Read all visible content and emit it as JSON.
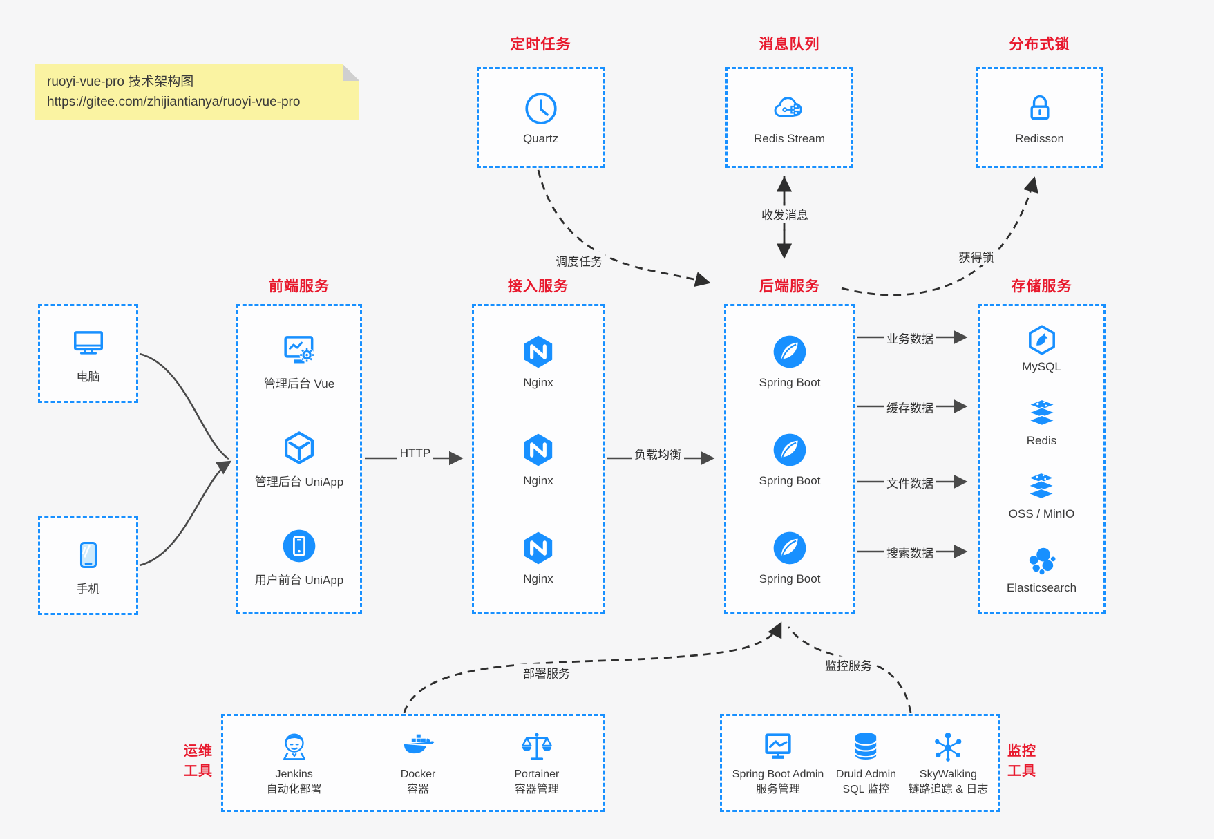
{
  "colors": {
    "accent": "#1890ff",
    "red": "#e8192d",
    "background": "#f6f6f7",
    "note_bg": "#faf3a2"
  },
  "note": {
    "line1": "ruoyi-vue-pro 技术架构图",
    "line2": "https://gitee.com/zhijiantianya/ruoyi-vue-pro"
  },
  "top_groups": [
    {
      "title": "定时任务",
      "item": {
        "icon": "clock-icon",
        "label": "Quartz"
      }
    },
    {
      "title": "消息队列",
      "item": {
        "icon": "cloud-network-icon",
        "label": "Redis Stream"
      }
    },
    {
      "title": "分布式锁",
      "item": {
        "icon": "lock-icon",
        "label": "Redisson"
      }
    }
  ],
  "clients": [
    {
      "icon": "desktop-icon",
      "label": "电脑"
    },
    {
      "icon": "smartphone-icon",
      "label": "手机"
    }
  ],
  "service_columns": [
    {
      "title": "前端服务",
      "items": [
        {
          "icon": "admin-vue-icon",
          "label": "管理后台 Vue"
        },
        {
          "icon": "uniapp-cube-icon",
          "label": "管理后台 UniApp"
        },
        {
          "icon": "user-app-icon",
          "label": "用户前台 UniApp"
        }
      ]
    },
    {
      "title": "接入服务",
      "items": [
        {
          "icon": "nginx-icon",
          "label": "Nginx"
        },
        {
          "icon": "nginx-icon",
          "label": "Nginx"
        },
        {
          "icon": "nginx-icon",
          "label": "Nginx"
        }
      ]
    },
    {
      "title": "后端服务",
      "items": [
        {
          "icon": "spring-boot-icon",
          "label": "Spring Boot"
        },
        {
          "icon": "spring-boot-icon",
          "label": "Spring Boot"
        },
        {
          "icon": "spring-boot-icon",
          "label": "Spring Boot"
        }
      ]
    },
    {
      "title": "存储服务",
      "items": [
        {
          "icon": "mysql-icon",
          "label": "MySQL"
        },
        {
          "icon": "redis-stack-icon",
          "label": "Redis"
        },
        {
          "icon": "oss-stack-icon",
          "label": "OSS / MinIO"
        },
        {
          "icon": "elasticsearch-icon",
          "label": "Elasticsearch"
        }
      ]
    }
  ],
  "bottom_groups": [
    {
      "title_line1": "运维",
      "title_line2": "工具",
      "items": [
        {
          "icon": "jenkins-icon",
          "name": "Jenkins",
          "desc": "自动化部署"
        },
        {
          "icon": "docker-icon",
          "name": "Docker",
          "desc": "容器"
        },
        {
          "icon": "portainer-icon",
          "name": "Portainer",
          "desc": "容器管理"
        }
      ]
    },
    {
      "title_line1": "监控",
      "title_line2": "工具",
      "items": [
        {
          "icon": "spring-boot-admin-icon",
          "name": "Spring Boot Admin",
          "desc": "服务管理"
        },
        {
          "icon": "druid-icon",
          "name": "Druid Admin",
          "desc": "SQL 监控"
        },
        {
          "icon": "skywalking-icon",
          "name": "SkyWalking",
          "desc": "链路追踪 & 日志"
        }
      ]
    }
  ],
  "edge_labels": {
    "http": "HTTP",
    "load_balance": "负载均衡",
    "dispatch_job": "调度任务",
    "send_receive_message": "收发消息",
    "acquire_lock": "获得锁",
    "business_data": "业务数据",
    "cache_data": "缓存数据",
    "file_data": "文件数据",
    "search_data": "搜索数据",
    "deploy_service": "部署服务",
    "monitor_service": "监控服务"
  }
}
